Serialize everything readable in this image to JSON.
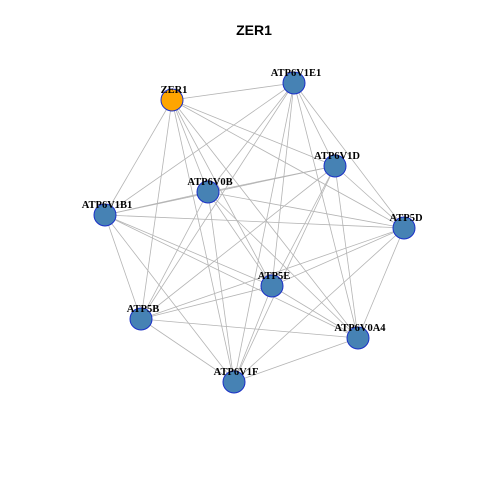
{
  "title": "ZER1",
  "colors": {
    "query_node": "#FFA500",
    "gene_node": "#4682B4",
    "node_border": "#1A2FC8",
    "edge": "#B4B4B4"
  },
  "network": {
    "nodes": [
      {
        "id": "ZER1",
        "label": "ZER1",
        "type": "query"
      },
      {
        "id": "ATP6V1E1",
        "label": "ATP6V1E1",
        "type": "gene"
      },
      {
        "id": "ATP6V1D",
        "label": "ATP6V1D",
        "type": "gene"
      },
      {
        "id": "ATP6V0B",
        "label": "ATP6V0B",
        "type": "gene"
      },
      {
        "id": "ATP6V1B1",
        "label": "ATP6V1B1",
        "type": "gene"
      },
      {
        "id": "ATP5D",
        "label": "ATP5D",
        "type": "gene"
      },
      {
        "id": "ATP5E",
        "label": "ATP5E",
        "type": "gene"
      },
      {
        "id": "ATP5B",
        "label": "ATP5B",
        "type": "gene"
      },
      {
        "id": "ATP6V0A4",
        "label": "ATP6V0A4",
        "type": "gene"
      },
      {
        "id": "ATP6V1F",
        "label": "ATP6V1F",
        "type": "gene"
      }
    ],
    "edges": [
      [
        "ZER1",
        "ATP6V1E1"
      ],
      [
        "ZER1",
        "ATP6V1D"
      ],
      [
        "ZER1",
        "ATP6V0B"
      ],
      [
        "ZER1",
        "ATP6V1B1"
      ],
      [
        "ZER1",
        "ATP5D"
      ],
      [
        "ZER1",
        "ATP5E"
      ],
      [
        "ZER1",
        "ATP5B"
      ],
      [
        "ZER1",
        "ATP6V0A4"
      ],
      [
        "ZER1",
        "ATP6V1F"
      ],
      [
        "ATP6V1E1",
        "ATP6V1D"
      ],
      [
        "ATP6V1E1",
        "ATP6V0B"
      ],
      [
        "ATP6V1E1",
        "ATP6V1B1"
      ],
      [
        "ATP6V1E1",
        "ATP5D"
      ],
      [
        "ATP6V1E1",
        "ATP5E"
      ],
      [
        "ATP6V1E1",
        "ATP5B"
      ],
      [
        "ATP6V1E1",
        "ATP6V0A4"
      ],
      [
        "ATP6V1E1",
        "ATP6V1F"
      ],
      [
        "ATP6V1D",
        "ATP6V0B"
      ],
      [
        "ATP6V1D",
        "ATP6V1B1"
      ],
      [
        "ATP6V1D",
        "ATP5D"
      ],
      [
        "ATP6V1D",
        "ATP5E"
      ],
      [
        "ATP6V1D",
        "ATP5B"
      ],
      [
        "ATP6V1D",
        "ATP6V0A4"
      ],
      [
        "ATP6V1D",
        "ATP6V1F"
      ],
      [
        "ATP6V0B",
        "ATP6V1B1"
      ],
      [
        "ATP6V0B",
        "ATP5D"
      ],
      [
        "ATP6V0B",
        "ATP5E"
      ],
      [
        "ATP6V0B",
        "ATP5B"
      ],
      [
        "ATP6V0B",
        "ATP6V0A4"
      ],
      [
        "ATP6V0B",
        "ATP6V1F"
      ],
      [
        "ATP6V1B1",
        "ATP5D"
      ],
      [
        "ATP6V1B1",
        "ATP5E"
      ],
      [
        "ATP6V1B1",
        "ATP5B"
      ],
      [
        "ATP6V1B1",
        "ATP6V0A4"
      ],
      [
        "ATP6V1B1",
        "ATP6V1F"
      ],
      [
        "ATP5D",
        "ATP5E"
      ],
      [
        "ATP5D",
        "ATP5B"
      ],
      [
        "ATP5D",
        "ATP6V0A4"
      ],
      [
        "ATP5D",
        "ATP6V1F"
      ],
      [
        "ATP5E",
        "ATP5B"
      ],
      [
        "ATP5E",
        "ATP6V0A4"
      ],
      [
        "ATP5E",
        "ATP6V1F"
      ],
      [
        "ATP5B",
        "ATP6V0A4"
      ],
      [
        "ATP5B",
        "ATP6V1F"
      ],
      [
        "ATP6V0A4",
        "ATP6V1F"
      ]
    ]
  }
}
